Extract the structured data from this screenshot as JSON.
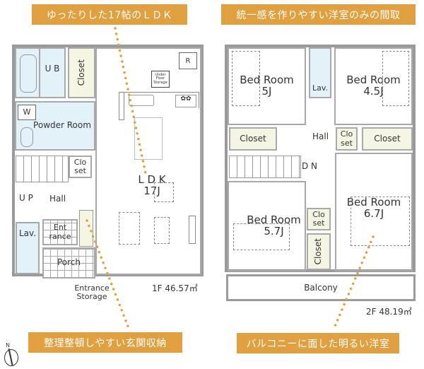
{
  "banners": {
    "top_left": "ゆったりした17帖のＬＤＫ",
    "top_right": "統一感を作りやすい洋室のみの間取",
    "bottom_left": "整理整頓しやすい玄関収納",
    "bottom_right": "バルコニーに面した明るい洋室"
  },
  "floor1": {
    "area": "1F 46.57㎡",
    "rooms": {
      "ub": "U B",
      "closet": "Closet",
      "refrigerator": "R",
      "underfloor": "Under Floor Storage",
      "washer": "W",
      "powder": "Powder Room",
      "closet_small": "Clo set",
      "ldk": "L D K",
      "ldk_size": "17J",
      "up": "U P",
      "hall": "Hall",
      "lav": "Lav.",
      "entrance": "Ent rance",
      "porch": "Porch",
      "entrance_storage": "Entrance Storage"
    }
  },
  "floor2": {
    "area": "2F 48.19㎡",
    "rooms": {
      "bed1": "Bed Room",
      "bed1_size": "5J",
      "lav": "Lav.",
      "bed2": "Bed Room",
      "bed2_size": "4.5J",
      "closet_left": "Closet",
      "hall": "Hall",
      "closet_small_right": "Clo set",
      "closet_right": "Closet",
      "dn": "D N",
      "bed3": "Bed Room",
      "bed3_size": "5.7J",
      "closet_small_mid": "Clo set",
      "closet_vertical": "Closet",
      "bed4": "Bed Room",
      "bed4_size": "6.7J",
      "balcony": "Balcony"
    }
  },
  "compass": {
    "north": "N"
  },
  "colors": {
    "accent": "#e0a040",
    "wet_area": "#e3f1f8",
    "storage": "#f4f5e2"
  }
}
